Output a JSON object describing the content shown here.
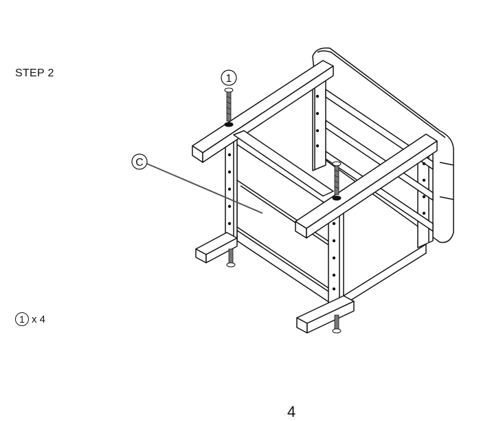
{
  "step": {
    "title": "STEP 2"
  },
  "parts": {
    "screw_number": "1",
    "quantity": "x 4"
  },
  "callouts": {
    "screw_label": "1",
    "panel_label": "C"
  },
  "page": {
    "number": "4"
  }
}
